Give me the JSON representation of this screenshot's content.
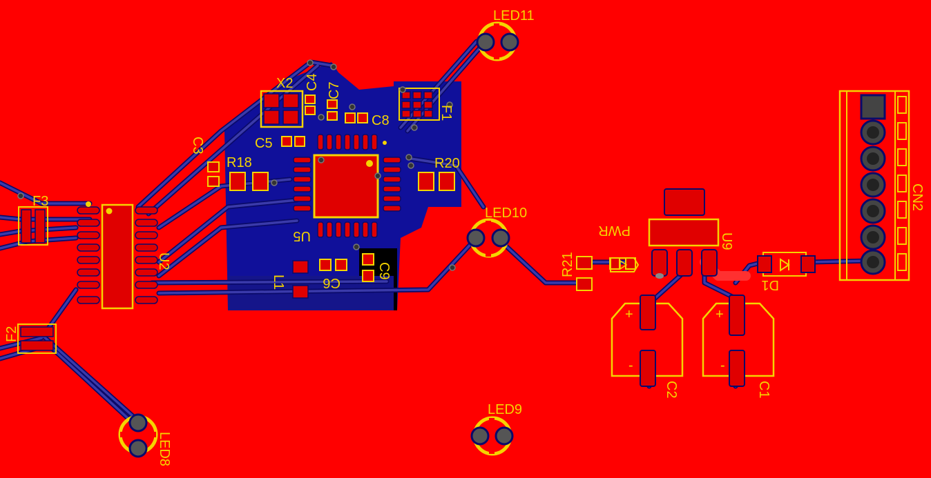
{
  "colors": {
    "copper": "#ff0000",
    "pour": "#10109a",
    "trace": "#2b2b8f",
    "trace_edge": "#0a0a6a",
    "silk": "#f5d400",
    "pad": "#e00000",
    "drill": "#333333",
    "black": "#000000"
  },
  "labels": {
    "led11": "LED11",
    "led10": "LED10",
    "led9": "LED9",
    "led8": "LED8",
    "x2": "X2",
    "c4": "C4",
    "c7": "C7",
    "c8": "C8",
    "c5": "C5",
    "c3": "C3",
    "r18": "R18",
    "r20": "R20",
    "f1": "F1",
    "f2": "F2",
    "f3": "F3",
    "u5": "U5",
    "u2": "U2",
    "l1": "L1",
    "c6": "C6",
    "c9": "C9",
    "r21": "R21",
    "pwr": "PWR",
    "u9": "U9",
    "d1": "D1",
    "cn2": "CN2",
    "c1": "C1",
    "c2": "C2",
    "plus": "+",
    "minus": "-"
  },
  "icons": {
    "diode": "diode-symbol-icon",
    "led": "led-footprint-icon"
  }
}
